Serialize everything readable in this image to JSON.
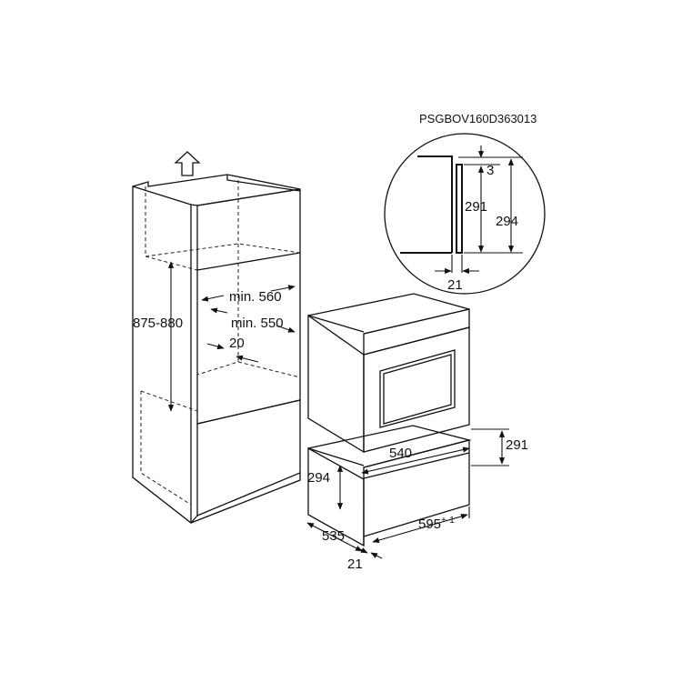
{
  "drawing_code": "PSGBOV160D363013",
  "detail": {
    "gap_top": "3",
    "inner_height": "291",
    "outer_height": "294",
    "frame_depth": "21"
  },
  "cabinet": {
    "height_range": "875-880",
    "min_width": "min. 560",
    "min_depth": "min. 550",
    "clearance": "20"
  },
  "drawer": {
    "front_height": "291",
    "body_width": "540",
    "body_height": "294",
    "depth": "535",
    "front_width": "595",
    "front_width_tolerance": "+-1",
    "front_thickness": "21"
  }
}
